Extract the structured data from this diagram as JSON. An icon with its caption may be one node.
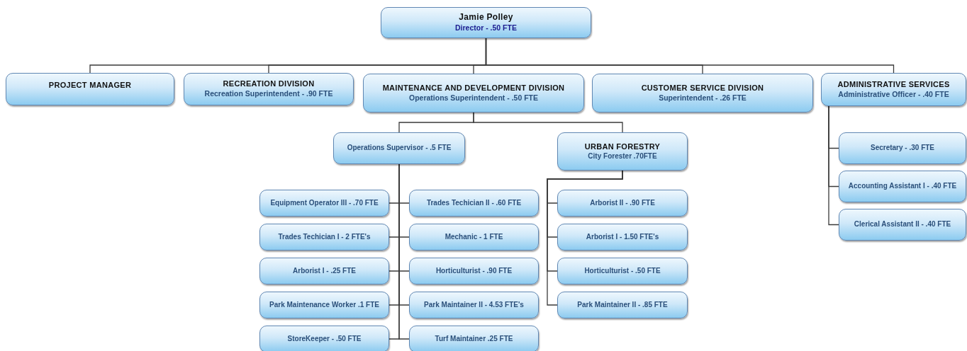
{
  "diagram": {
    "nodes": [
      {
        "text": [
          "Jamie Polley",
          "Director - .50 FTE"
        ]
      },
      {
        "text": [
          "PROJECT MANAGER"
        ]
      },
      {
        "text": [
          "RECREATION DIVISION",
          "Recreation Superintendent - .90 FTE"
        ]
      },
      {
        "text": [
          "MAINTENANCE AND DEVELOPMENT DIVISION",
          "Operations Superintendent - .50 FTE"
        ]
      },
      {
        "text": [
          "CUSTOMER SERVICE DIVISION",
          "Superintendent - .26 FTE"
        ]
      },
      {
        "text": [
          "ADMINISTRATIVE SERVICES",
          "Administrative Officer - .40 FTE"
        ]
      },
      {
        "text": [
          "Operations Supervisor - .5 FTE"
        ]
      },
      {
        "text": [
          "URBAN FORESTRY",
          "City Forester .70FTE"
        ]
      },
      {
        "text": [
          "Equipment Operator III - .70 FTE"
        ]
      },
      {
        "text": [
          "Trades Techician II - .60 FTE"
        ]
      },
      {
        "text": [
          "Trades Techician I - 2 FTE's"
        ]
      },
      {
        "text": [
          "Mechanic - 1 FTE"
        ]
      },
      {
        "text": [
          "Arborist I - .25 FTE"
        ]
      },
      {
        "text": [
          "Horticulturist - .90 FTE"
        ]
      },
      {
        "text": [
          "Park Maintenance Worker .1 FTE"
        ]
      },
      {
        "text": [
          "Park Maintainer II - 4.53 FTE's"
        ]
      },
      {
        "text": [
          "StoreKeeper - .50 FTE"
        ]
      },
      {
        "text": [
          "Turf Maintainer .25 FTE"
        ]
      },
      {
        "text": [
          "Arborist II - .90 FTE"
        ]
      },
      {
        "text": [
          "Arborist I - 1.50 FTE's"
        ]
      },
      {
        "text": [
          "Horticulturist - .50 FTE"
        ]
      },
      {
        "text": [
          "Park Maintainer II - .85 FTE"
        ]
      },
      {
        "text": [
          "Secretary - .30 FTE"
        ]
      },
      {
        "text": [
          "Accounting Assistant I - .40 FTE"
        ]
      },
      {
        "text": [
          "Clerical Assistant II - .40 FTE"
        ]
      }
    ],
    "edges": [
      {
        "from": 0,
        "to": 1,
        "arrow": "none"
      },
      {
        "from": 0,
        "to": 2,
        "arrow": "none"
      },
      {
        "from": 0,
        "to": 3,
        "arrow": "none"
      },
      {
        "from": 0,
        "to": 4,
        "arrow": "none"
      },
      {
        "from": 0,
        "to": 5,
        "arrow": "none"
      },
      {
        "from": 3,
        "to": 6,
        "arrow": "none"
      },
      {
        "from": 3,
        "to": 7,
        "arrow": "none"
      },
      {
        "from": 6,
        "to": 8,
        "arrow": "none"
      },
      {
        "from": 6,
        "to": 9,
        "arrow": "none"
      },
      {
        "from": 6,
        "to": 10,
        "arrow": "none"
      },
      {
        "from": 6,
        "to": 11,
        "arrow": "none"
      },
      {
        "from": 6,
        "to": 12,
        "arrow": "none"
      },
      {
        "from": 6,
        "to": 13,
        "arrow": "none"
      },
      {
        "from": 6,
        "to": 14,
        "arrow": "none"
      },
      {
        "from": 6,
        "to": 15,
        "arrow": "none"
      },
      {
        "from": 6,
        "to": 16,
        "arrow": "none"
      },
      {
        "from": 6,
        "to": 17,
        "arrow": "none"
      },
      {
        "from": 7,
        "to": 18,
        "arrow": "none"
      },
      {
        "from": 7,
        "to": 19,
        "arrow": "none"
      },
      {
        "from": 7,
        "to": 20,
        "arrow": "none"
      },
      {
        "from": 7,
        "to": 21,
        "arrow": "none"
      },
      {
        "from": 5,
        "to": 22,
        "arrow": "none"
      },
      {
        "from": 5,
        "to": 23,
        "arrow": "none"
      },
      {
        "from": 5,
        "to": 24,
        "arrow": "none"
      }
    ]
  }
}
